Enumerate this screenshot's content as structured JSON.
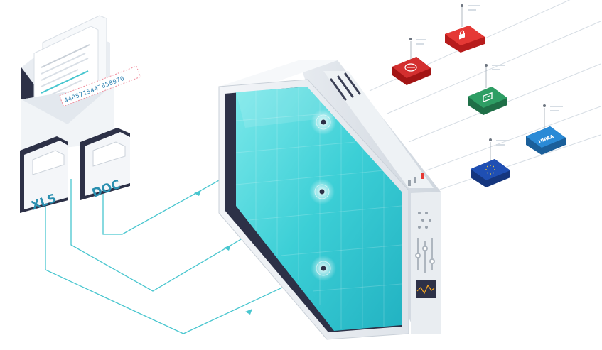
{
  "envelope": {
    "number_strip": "4485715447658070"
  },
  "files": [
    {
      "label": "XLS",
      "icon": "spreadsheet-file-icon"
    },
    {
      "label": "DOC",
      "icon": "document-file-icon"
    }
  ],
  "compliance_badges": [
    {
      "icon": "lock-icon",
      "color": "#e53935"
    },
    {
      "icon": "shield-icon",
      "color": "#d32f2f"
    },
    {
      "icon": "id-card-icon",
      "color": "#2e9e64"
    },
    {
      "icon": "hipaa-icon",
      "label": "HIPAA",
      "color": "#2a8ad6"
    },
    {
      "icon": "eu-flag-icon",
      "color": "#1f4fb3"
    }
  ],
  "colors": {
    "teal_glass": "#33c8d2",
    "teal_line": "#48c6cf",
    "device_body": "#eef1f4",
    "device_edge": "#c9d0d8",
    "dark_frame": "#2d3147",
    "accent_red": "#e53935"
  }
}
